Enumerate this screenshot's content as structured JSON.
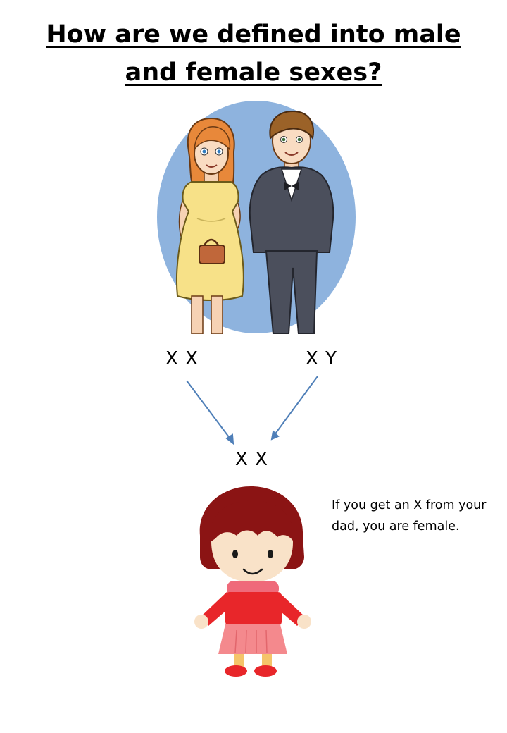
{
  "title": {
    "line1": "How are we defined into male",
    "line2": "and female sexes?"
  },
  "parents": {
    "mother_chromosomes": "X X",
    "father_chromosomes": "X Y"
  },
  "child": {
    "chromosomes": "X X"
  },
  "caption": {
    "line1": "If you get an X from your",
    "line2": "dad, you are female."
  },
  "colors": {
    "oval_background": "#8eb3de",
    "arrow": "#4f7fb8",
    "dress": "#f7e188",
    "hair_woman": "#e8883a",
    "suit": "#4b4f5c",
    "girl_hair": "#8b1414",
    "girl_top": "#e8262a",
    "girl_skirt": "#f4898d"
  }
}
